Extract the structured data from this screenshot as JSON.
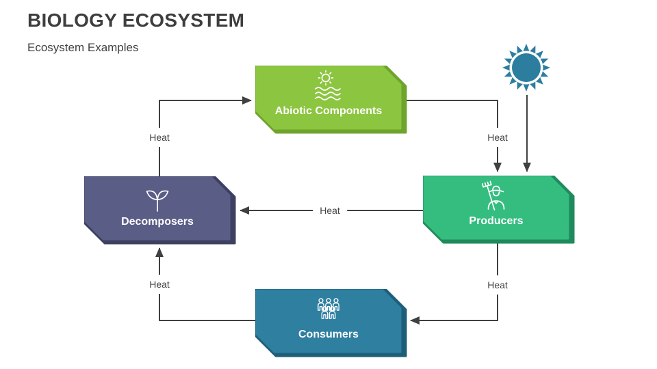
{
  "title": "BIOLOGY ECOSYSTEM",
  "subtitle": "Ecosystem Examples",
  "colors": {
    "background": "#FFFFFF",
    "heading_text": "#3E3E3E",
    "heat_label_text": "#404040",
    "node_label_text": "#FFFFFF",
    "arrow": "#404040",
    "sun": "#2C7D9E",
    "abiotic_fill": "#8CC540",
    "abiotic_shadow": "#6FA42C",
    "producers_fill": "#35BD80",
    "producers_shadow": "#1F8A5B",
    "decomposers_fill": "#5A5D86",
    "decomposers_shadow": "#3E4062",
    "consumers_fill": "#2E7FA0",
    "consumers_shadow": "#1E5E78"
  },
  "sun": {
    "icon": "sun-icon"
  },
  "nodes": [
    {
      "id": "abiotic",
      "label": "Abiotic Components",
      "icon": "sun-waves-icon"
    },
    {
      "id": "producers",
      "label": "Producers",
      "icon": "farmer-icon"
    },
    {
      "id": "decomposers",
      "label": "Decomposers",
      "icon": "sprout-icon"
    },
    {
      "id": "consumers",
      "label": "Consumers",
      "icon": "people-group-icon"
    }
  ],
  "edges": [
    {
      "from": "decomposers",
      "to": "abiotic",
      "label": "Heat"
    },
    {
      "from": "abiotic",
      "to": "producers",
      "label": "Heat"
    },
    {
      "from": "producers",
      "to": "decomposers",
      "label": "Heat"
    },
    {
      "from": "producers",
      "to": "consumers",
      "label": "Heat"
    },
    {
      "from": "consumers",
      "to": "decomposers",
      "label": "Heat"
    },
    {
      "from": "sun",
      "to": "producers"
    }
  ]
}
